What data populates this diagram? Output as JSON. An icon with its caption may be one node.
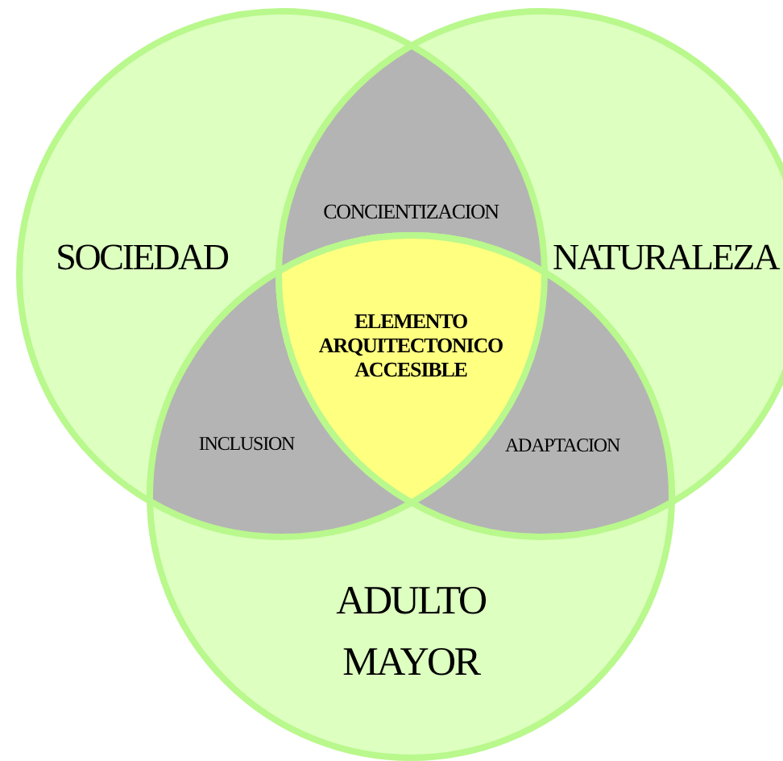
{
  "diagram": {
    "nodes": [
      {
        "text": [
          "SOCIEDAD"
        ]
      },
      {
        "text": [
          "CONCIENTIZACION"
        ]
      },
      {
        "text": [
          "NATURALEZA"
        ]
      },
      {
        "text": [
          "ELEMENTO ARQUITECTONICO ACCESIBLE"
        ]
      },
      {
        "text": [
          "INCLUSION"
        ]
      },
      {
        "text": [
          "ADAPTACION"
        ]
      },
      {
        "text": [
          "ADULTO MAYOR"
        ]
      }
    ]
  }
}
